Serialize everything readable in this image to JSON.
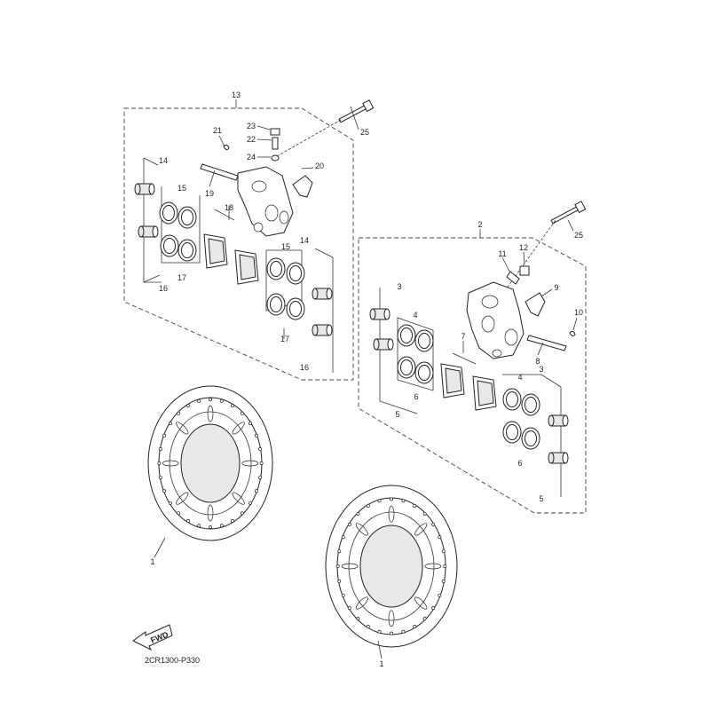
{
  "callouts": {
    "c13": "13",
    "c21": "21",
    "c23": "23",
    "c22": "22",
    "c24": "24",
    "c20": "20",
    "c25a": "25",
    "c14a": "14",
    "c15a": "15",
    "c19": "19",
    "c18": "18",
    "c15b": "15",
    "c14b": "14",
    "c16a": "16",
    "c17a": "17",
    "c17b": "17",
    "c16b": "16",
    "c25b": "25",
    "c2": "2",
    "c11": "11",
    "c12": "12",
    "c3a": "3",
    "c9": "9",
    "c4a": "4",
    "c10": "10",
    "c7": "7",
    "c8": "8",
    "c6a": "6",
    "c5a": "5",
    "c3b": "3",
    "c4b": "4",
    "c6b": "6",
    "c5b": "5",
    "c1a": "1",
    "c1b": "1"
  },
  "fwd_label": "FWD",
  "diagram_code": "2CR1300-P330"
}
